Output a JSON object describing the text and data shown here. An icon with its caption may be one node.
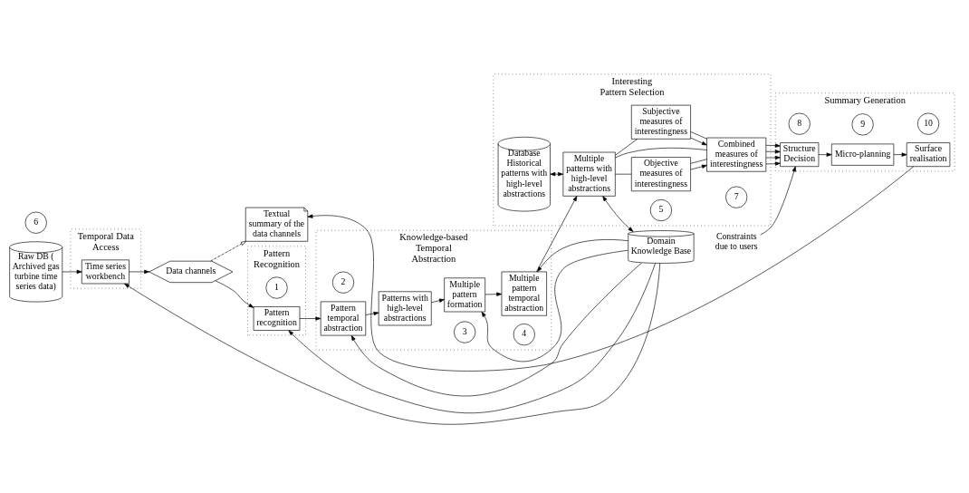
{
  "diagram": {
    "nodes": [
      {
        "text": [
          "Temporal Data Access"
        ]
      },
      {
        "text": [
          "Time series workbench"
        ],
        "in": 0
      },
      {
        "text": [
          "Raw DB ( Archived gas turbine time series data)"
        ]
      },
      {
        "text": [
          "Data channels"
        ]
      },
      {
        "text": [
          "Textual summary of the data channels"
        ]
      },
      {
        "text": [
          "Pattern Recognition"
        ]
      },
      {
        "text": [
          "1"
        ],
        "in": 5
      },
      {
        "text": [
          "Pattern recognition"
        ],
        "in": 5
      },
      {
        "text": [
          "Knowledge-based Temporal Abstraction"
        ]
      },
      {
        "text": [
          "2"
        ],
        "in": 8
      },
      {
        "text": [
          "Pattern temporal abstraction"
        ],
        "in": 8
      },
      {
        "text": [
          "Patterns with high-level abstractions"
        ],
        "in": 8
      },
      {
        "text": [
          "3"
        ],
        "in": 8
      },
      {
        "text": [
          "Multiple pattern formation"
        ],
        "in": 8
      },
      {
        "text": [
          "4"
        ],
        "in": 8
      },
      {
        "text": [
          "Multiple pattern temporal abstraction"
        ],
        "in": 8
      },
      {
        "text": [
          "Interesting Pattern Selection"
        ]
      },
      {
        "text": [
          "Database",
          "Historical patterns with high-level abstractions"
        ],
        "in": 16
      },
      {
        "text": [
          "5"
        ],
        "in": 16
      },
      {
        "text": [
          "Objective measures of interestingness"
        ],
        "in": 16
      },
      {
        "text": [
          "7"
        ],
        "in": 16
      },
      {
        "text": [
          "Combined measures of interestingness"
        ],
        "in": 16
      },
      {
        "text": [
          "Multiple patterns with high-level abstractions"
        ],
        "in": 16
      },
      {
        "text": [
          "Subjective measures of interestingness"
        ],
        "in": 16
      },
      {
        "text": [
          "6"
        ]
      },
      {
        "text": [
          "Summary Generation"
        ]
      },
      {
        "text": [
          "10"
        ],
        "in": 25
      },
      {
        "text": [
          "Surface realisation"
        ],
        "in": 25
      },
      {
        "text": [
          "9"
        ],
        "in": 25
      },
      {
        "text": [
          "Micro-planning"
        ],
        "in": 25
      },
      {
        "text": [
          "8"
        ],
        "in": 25
      },
      {
        "text": [
          "Structure Decision"
        ],
        "in": 25
      },
      {
        "text": [
          "Constraints due to users"
        ]
      },
      {
        "text": [
          "Domain Knowledge Base"
        ]
      }
    ],
    "edges": [
      {
        "from": 2,
        "to": 1,
        "arrow": "to"
      },
      {
        "from": 1,
        "to": 3,
        "arrow": "to"
      },
      {
        "from": 3,
        "to": 4,
        "arrow": "to",
        "style": "dashed"
      },
      {
        "from": 3,
        "to": 7,
        "arrow": "to"
      },
      {
        "from": 7,
        "to": 10,
        "arrow": "to"
      },
      {
        "from": 10,
        "to": 11,
        "arrow": "to"
      },
      {
        "from": 11,
        "to": 13,
        "arrow": "to"
      },
      {
        "from": 13,
        "to": 15,
        "arrow": "to"
      },
      {
        "from": 15,
        "to": 22,
        "arrow": "to"
      },
      {
        "from": 17,
        "to": 22,
        "arrow": "both"
      },
      {
        "from": 22,
        "to": 19,
        "arrow": "none"
      },
      {
        "from": 19,
        "to": 21,
        "arrow": "to"
      },
      {
        "from": 19,
        "to": 21,
        "arrow": "none"
      },
      {
        "from": 22,
        "to": 21,
        "arrow": "none"
      },
      {
        "from": 22,
        "to": 33,
        "arrow": "both"
      },
      {
        "from": 22,
        "to": 23,
        "arrow": "none"
      },
      {
        "from": 23,
        "to": 21,
        "arrow": "to"
      },
      {
        "from": 23,
        "to": 21,
        "arrow": "none"
      },
      {
        "from": 21,
        "to": 31,
        "arrow": "to"
      },
      {
        "from": 21,
        "to": 31,
        "arrow": "to"
      },
      {
        "from": 21,
        "to": 31,
        "arrow": "to"
      },
      {
        "from": 21,
        "to": 31,
        "arrow": "to"
      },
      {
        "from": 32,
        "to": 31,
        "arrow": "to"
      },
      {
        "from": 31,
        "to": 29,
        "arrow": "to"
      },
      {
        "from": 29,
        "to": 27,
        "arrow": "to"
      },
      {
        "from": 27,
        "to": 4,
        "arrow": "to"
      },
      {
        "from": 33,
        "to": 1,
        "arrow": "to"
      },
      {
        "from": 33,
        "to": 7,
        "arrow": "to"
      },
      {
        "from": 33,
        "to": 10,
        "arrow": "to"
      },
      {
        "from": 33,
        "to": 13,
        "arrow": "to"
      },
      {
        "from": 33,
        "to": 15,
        "arrow": "to"
      }
    ]
  }
}
